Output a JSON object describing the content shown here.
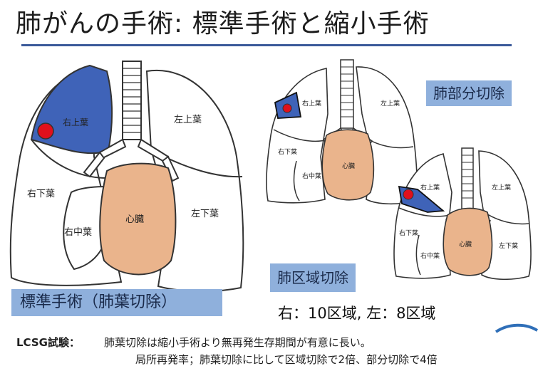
{
  "title": "肺がんの手術: 標準手術と縮小手術",
  "colors": {
    "resected_lobe": "#3f63b8",
    "heart": "#eab48c",
    "tumor": "#e0101c",
    "label_box": "#8fb0dc",
    "rule": "#3b5a9a"
  },
  "left_diagram": {
    "lobes": {
      "right_upper": "右上葉",
      "left_upper": "左上葉",
      "right_lower": "右下葉",
      "right_middle": "右中葉",
      "left_lower": "左下葉",
      "heart": "心臓"
    },
    "caption": "標準手術（肺葉切除）"
  },
  "top_right_diagram": {
    "lobes": {
      "right_upper": "右上葉",
      "left_upper": "左上葉",
      "right_lower": "右下葉",
      "right_middle": "右中葉",
      "heart": "心臓"
    },
    "caption": "肺部分切除"
  },
  "bottom_right_diagram": {
    "lobes": {
      "right_upper": "右上葉",
      "left_upper": "左上葉",
      "right_lower": "右下葉",
      "right_middle": "右中葉",
      "left_lower": "左下葉",
      "heart": "心臓"
    },
    "caption": "肺区域切除"
  },
  "segments_note": "右：10区域, 左：8区域",
  "trial": {
    "name": "LCSG試験：",
    "line1": "肺葉切除は縮小手術より無再発生存期間が有意に長い。",
    "line2": "局所再発率；肺葉切除に比して区域切除で2倍、部分切除で4倍"
  }
}
